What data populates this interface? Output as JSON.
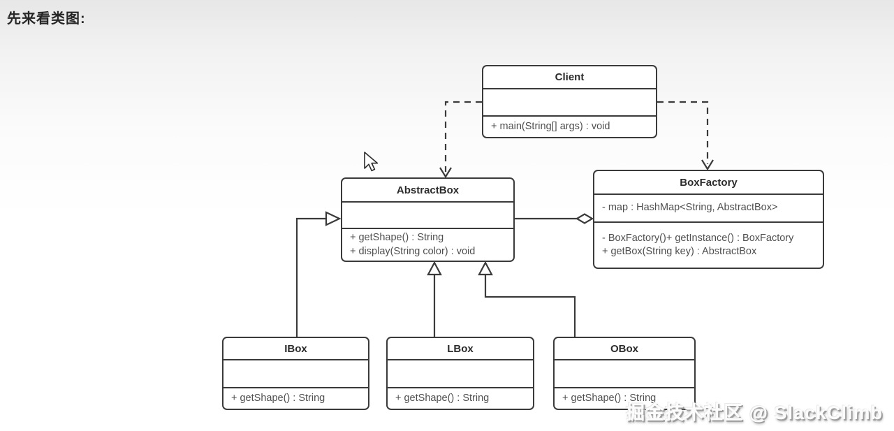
{
  "page": {
    "title": "先来看类图:"
  },
  "watermark": {
    "text": "掘金技术社区 @ SlackClimb"
  },
  "diagram": {
    "classes": {
      "client": {
        "name": "Client",
        "attributes": [],
        "methods": [
          "+ main(String[] args) : void"
        ]
      },
      "abstractbox": {
        "name": "AbstractBox",
        "attributes": [],
        "methods": [
          "+ getShape() : String",
          "+ display(String color) : void"
        ]
      },
      "boxfactory": {
        "name": "BoxFactory",
        "attributes": [
          "- map : HashMap<String, AbstractBox>"
        ],
        "methods": [
          "- BoxFactory()+ getInstance() : BoxFactory",
          "+ getBox(String key) : AbstractBox"
        ]
      },
      "ibox": {
        "name": "IBox",
        "attributes": [],
        "methods": [
          "+ getShape() : String"
        ]
      },
      "lbox": {
        "name": "LBox",
        "attributes": [],
        "methods": [
          "+ getShape() : String"
        ]
      },
      "obox": {
        "name": "OBox",
        "attributes": [],
        "methods": [
          "+ getShape() : String"
        ]
      }
    },
    "relationships": [
      {
        "from": "Client",
        "to": "AbstractBox",
        "type": "dependency",
        "line": "dashed-open-arrow"
      },
      {
        "from": "Client",
        "to": "BoxFactory",
        "type": "dependency",
        "line": "dashed-open-arrow"
      },
      {
        "from": "IBox",
        "to": "AbstractBox",
        "type": "generalization",
        "line": "solid-hollow-triangle"
      },
      {
        "from": "LBox",
        "to": "AbstractBox",
        "type": "generalization",
        "line": "solid-hollow-triangle"
      },
      {
        "from": "OBox",
        "to": "AbstractBox",
        "type": "generalization",
        "line": "solid-hollow-triangle"
      },
      {
        "from": "BoxFactory",
        "to": "AbstractBox",
        "type": "aggregation",
        "line": "solid-hollow-diamond"
      }
    ]
  },
  "colors": {
    "line": "#3a3a3a",
    "box_background": "#ffffff",
    "member_text": "#4f4f4f",
    "title_text": "#2b2b2b",
    "page_background_top": "#e7e7e7"
  }
}
